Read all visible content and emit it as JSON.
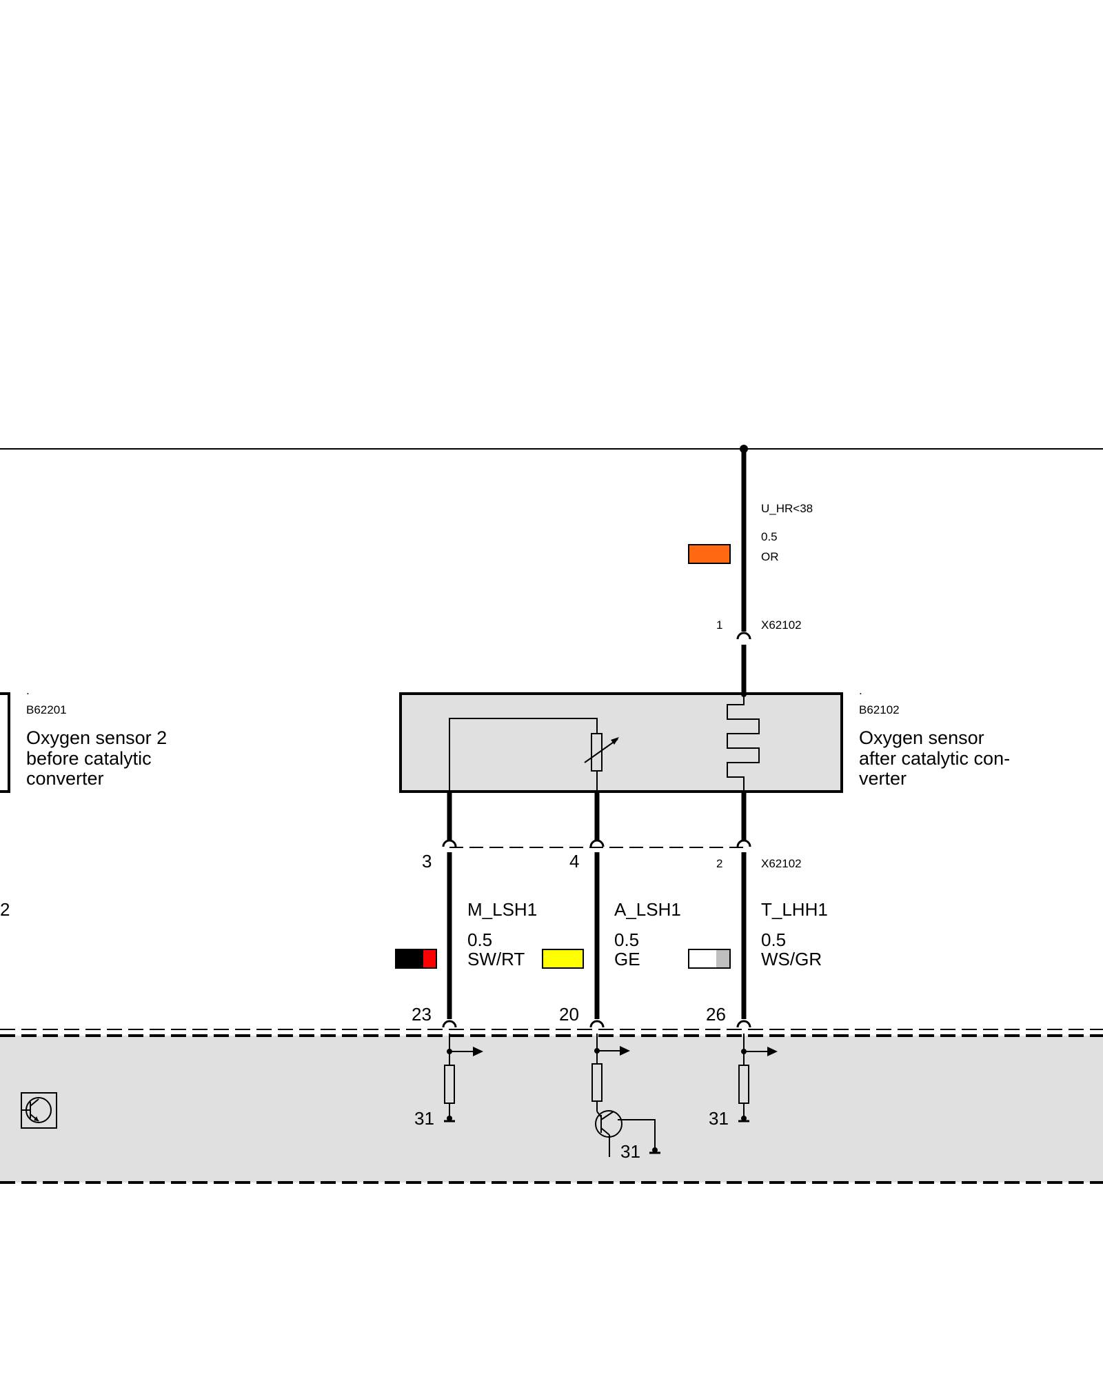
{
  "components": {
    "b62201": {
      "dot": ".",
      "code": "B62201",
      "desc": [
        "Oxygen sensor 2",
        "before catalytic",
        "converter"
      ],
      "partial_pin": "2"
    },
    "b62102": {
      "dot": ".",
      "code": "B62102",
      "desc": [
        "Oxygen sensor",
        "after catalytic con-",
        "verter"
      ]
    }
  },
  "supply_wire": {
    "signal": "U_HR<38",
    "size": "0.5",
    "color_code": "OR",
    "swatch": [
      "#ff6a13"
    ],
    "connector": "X62102",
    "pin": "1"
  },
  "lower_connector": {
    "id": "X62102"
  },
  "wires": [
    {
      "sensor_pin": "3",
      "signal": "M_LSH1",
      "size": "0.5",
      "color_code": "SW/RT",
      "swatch": [
        "#000000",
        "#ff0000"
      ],
      "ecu_pin": "23",
      "ground": "31"
    },
    {
      "sensor_pin": "4",
      "signal": "A_LSH1",
      "size": "0.5",
      "color_code": "GE",
      "swatch": [
        "#ffff00"
      ],
      "ecu_pin": "20",
      "ground": "31"
    },
    {
      "sensor_pin": "2",
      "signal": "T_LHH1",
      "size": "0.5",
      "color_code": "WS/GR",
      "swatch": [
        "#ffffff",
        "#bfbfbf"
      ],
      "ecu_pin": "26",
      "ground": "31"
    }
  ],
  "colors": {
    "component_fill": "#e0e0e0",
    "line": "#000000"
  },
  "icons": [
    "ground-symbol-icon",
    "transistor-icon",
    "resistor-icon",
    "heater-coil-icon",
    "variable-resistor-icon",
    "arrow-right-icon"
  ]
}
